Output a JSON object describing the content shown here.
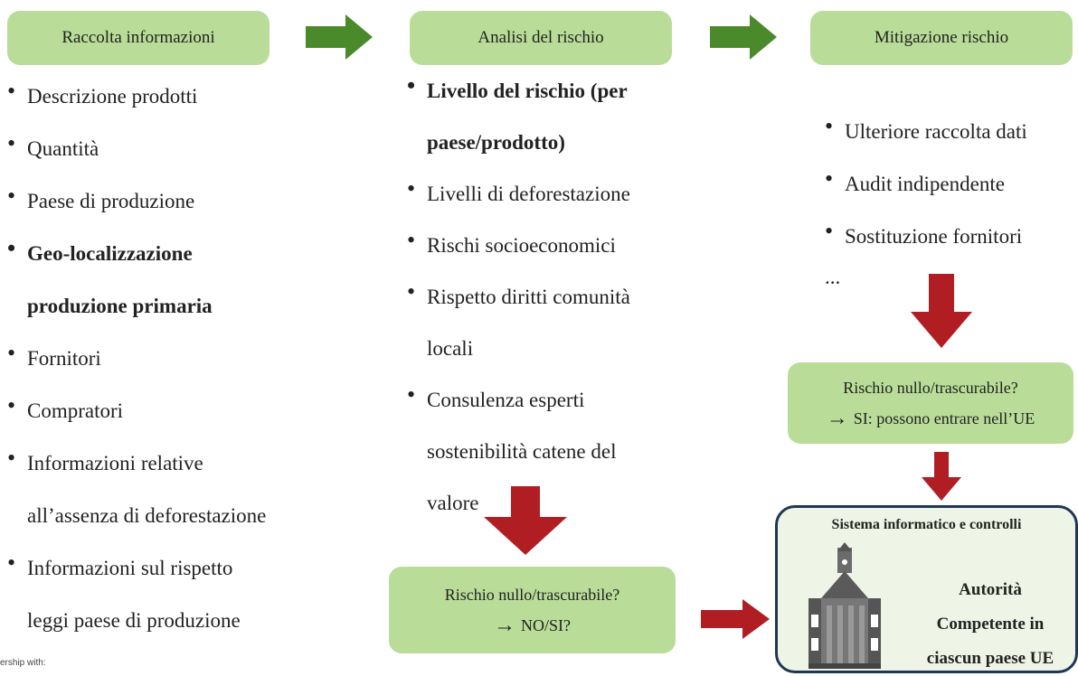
{
  "steps": {
    "collect": "Raccolta informazioni",
    "analysis": "Analisi del rischio",
    "mitigation": "Mitigazione rischio"
  },
  "collect_items": [
    {
      "lines": [
        "Descrizione prodotti"
      ],
      "bold": false
    },
    {
      "lines": [
        "Quantità"
      ],
      "bold": false
    },
    {
      "lines": [
        "Paese di produzione"
      ],
      "bold": false
    },
    {
      "lines": [
        "Geo-localizzazione",
        "produzione primaria"
      ],
      "bold": true
    },
    {
      "lines": [
        "Fornitori"
      ],
      "bold": false
    },
    {
      "lines": [
        "Compratori"
      ],
      "bold": false
    },
    {
      "lines": [
        "Informazioni relative",
        "all’assenza di deforestazione"
      ],
      "bold": false
    },
    {
      "lines": [
        "Informazioni sul rispetto",
        "leggi paese di produzione"
      ],
      "bold": false
    }
  ],
  "analysis_items": [
    {
      "lines": [
        "Livello del rischio (per",
        "paese/prodotto)"
      ],
      "bold": true
    },
    {
      "lines": [
        "Livelli di deforestazione"
      ],
      "bold": false
    },
    {
      "lines": [
        "Rischi socioeconomici"
      ],
      "bold": false
    },
    {
      "lines": [
        "Rispetto diritti comunità",
        "locali"
      ],
      "bold": false
    },
    {
      "lines": [
        "Consulenza esperti",
        "sostenibilità catene del",
        "valore"
      ],
      "bold": false
    }
  ],
  "mitigation_items": [
    "Ulteriore raccolta dati",
    "Audit indipendente",
    "Sostituzione fornitori"
  ],
  "mitigation_more": "...",
  "question_left": {
    "q": "Rischio nullo/trascurabile?",
    "symbol": "→",
    "a": "NO/SI?"
  },
  "question_right": {
    "q": "Rischio nullo/trascurabile?",
    "symbol": "→",
    "a": "SI: possono entrare nell’UE"
  },
  "authority": {
    "title": "Sistema informatico e controlli",
    "name_lines": [
      "Autorità",
      "Competente in",
      "ciascun paese UE"
    ]
  },
  "footer_fragment": "ership with:",
  "colors": {
    "box_green": "#b9dd98",
    "arrow_green": "#4a8a2a",
    "arrow_red": "#b01e23",
    "authority_border": "#1f3655"
  }
}
